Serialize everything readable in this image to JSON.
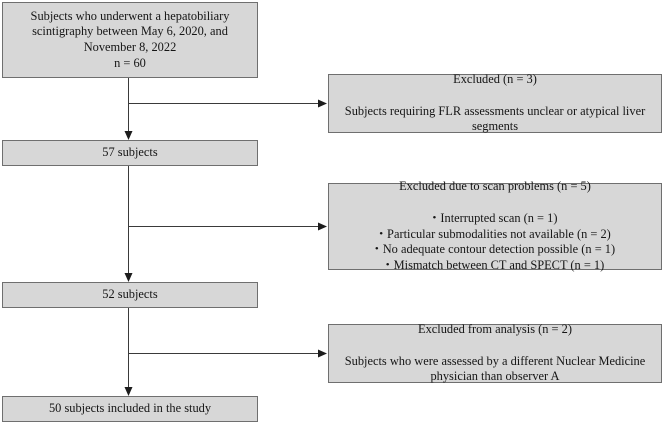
{
  "diagram": {
    "type": "flowchart",
    "title": "Study inclusion flow diagram",
    "style": {
      "box_fill": "#d7d7d7",
      "box_border": "#6f6f6f",
      "connector_color": "#3a3a3a",
      "background": "#ffffff",
      "text_color": "#151515"
    },
    "nodes": {
      "enrolled": {
        "text": "Subjects who underwent a hepatobiliary scintigraphy between May 6, 2020, and November 8, 2022\nn = 60",
        "n": 60
      },
      "subjects_57": {
        "text": "57 subjects",
        "n": 57
      },
      "subjects_52": {
        "text": "52 subjects",
        "n": 52
      },
      "subjects_50": {
        "text": "50 subjects included in the study",
        "n": 50
      },
      "excluded_1": {
        "heading": "Excluded (n = 3)",
        "detail": "Subjects requiring FLR assessments unclear or atypical liver segments",
        "n": 3
      },
      "excluded_2": {
        "heading": "Excluded due to scan problems (n = 5)",
        "n": 5,
        "bullet_glyph": "•",
        "items": [
          "Interrupted scan (n = 1)",
          "Particular submodalities not available (n = 2)",
          "No adequate contour detection possible (n = 1)",
          "Mismatch between CT and SPECT (n = 1)"
        ]
      },
      "excluded_3": {
        "heading": "Excluded from analysis (n = 2)",
        "detail": "Subjects who were assessed by a different Nuclear Medicine physician than observer A",
        "n": 2
      }
    }
  }
}
